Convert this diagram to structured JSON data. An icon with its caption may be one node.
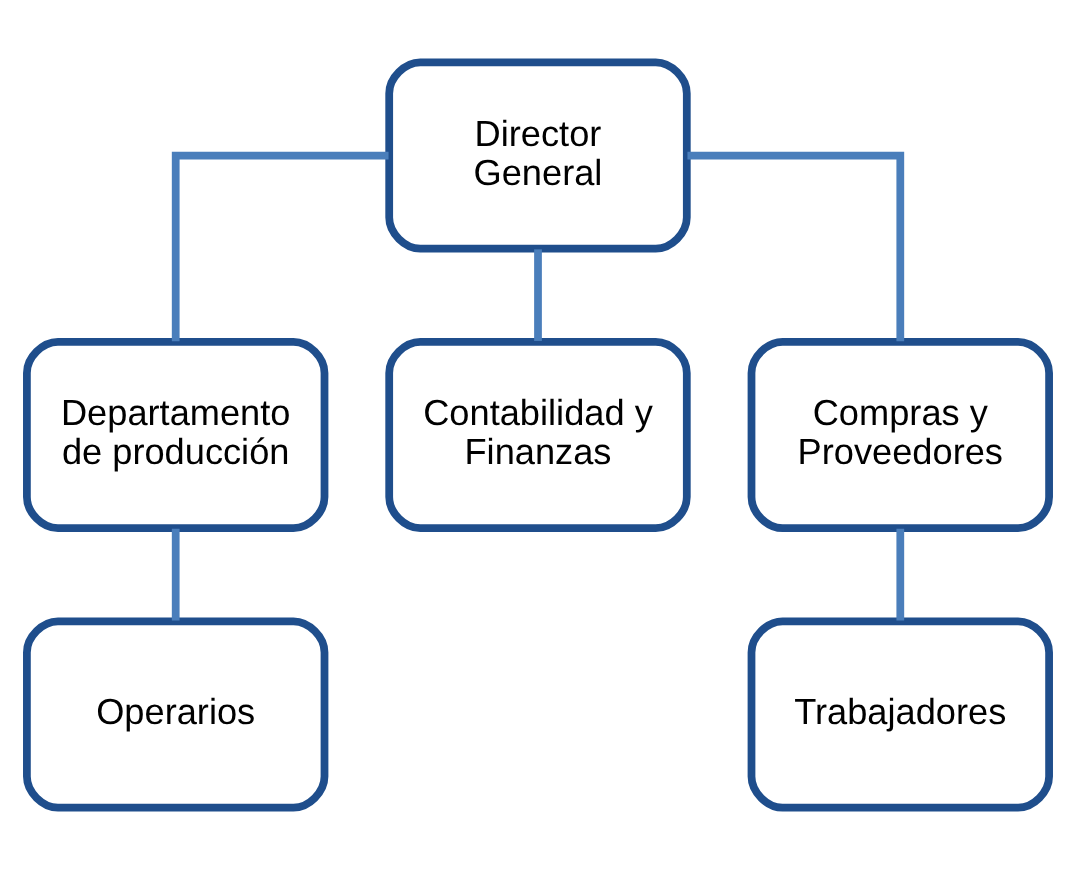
{
  "diagram": {
    "nodes": [
      {
        "text": [
          "Director General"
        ]
      },
      {
        "text": [
          "Departamento de producción"
        ]
      },
      {
        "text": [
          "Contabilidad y Finanzas"
        ]
      },
      {
        "text": [
          "Compras y Proveedores"
        ]
      },
      {
        "text": [
          "Operarios"
        ]
      },
      {
        "text": [
          "Trabajadores"
        ]
      }
    ],
    "edges": [
      {
        "from": 0,
        "to": 1,
        "arrow": "none"
      },
      {
        "from": 0,
        "to": 2,
        "arrow": "none"
      },
      {
        "from": 0,
        "to": 3,
        "arrow": "none"
      },
      {
        "from": 1,
        "to": 4,
        "arrow": "none"
      },
      {
        "from": 3,
        "to": 5,
        "arrow": "none"
      }
    ]
  }
}
